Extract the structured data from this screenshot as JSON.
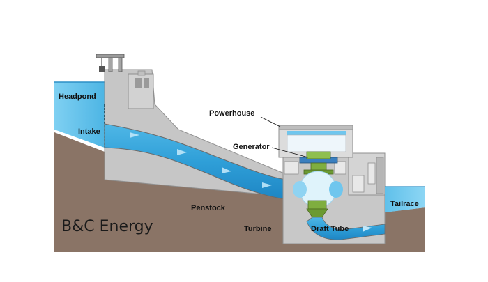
{
  "labels": {
    "headpond": "Headpond",
    "intake": "Intake",
    "powerhouse": "Powerhouse",
    "generator": "Generator",
    "penstock": "Penstock",
    "turbine": "Turbine",
    "draft_tube": "Draft Tube",
    "tailrace": "Tailrace"
  },
  "brand": "B&C Energy",
  "colors": {
    "water": "#3fa9dc",
    "water_light": "#8fd3f2",
    "earth": "#8a7466",
    "concrete": "#c8c8c8",
    "concrete_dark": "#8f8f8f",
    "machinery": "#7fae3f"
  }
}
